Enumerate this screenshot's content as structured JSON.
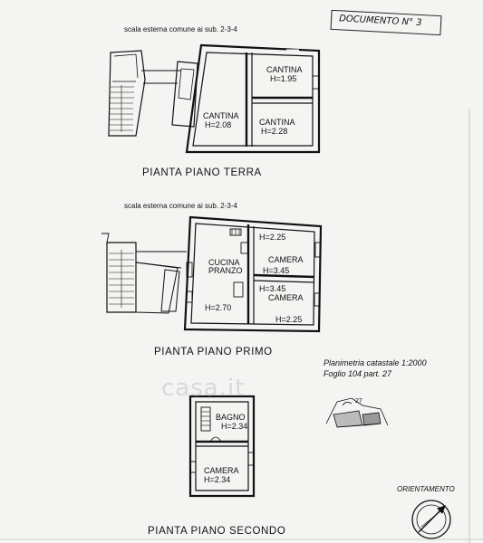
{
  "document_stamp": "DOCUMENTO N° 3",
  "floors": {
    "ground": {
      "top_note": "scala esterna comune ai sub. 2-3-4",
      "title": "PIANTA PIANO TERRA",
      "rooms": [
        {
          "name": "CANTINA",
          "height": "H=1.95"
        },
        {
          "name": "CANTINA",
          "height": "H=2.08"
        },
        {
          "name": "CANTINA",
          "height": "H=2.28"
        }
      ]
    },
    "first": {
      "top_note": "scala esterna comune ai sub. 2-3-4",
      "title": "PIANTA PIANO PRIMO",
      "rooms": [
        {
          "name": "CUCINA",
          "name2": "PRANZO",
          "height": "H=2.70"
        },
        {
          "name": "CAMERA",
          "height_top": "H=2.25",
          "height_bottom": "H=3.45"
        },
        {
          "name": "CAMERA",
          "height_top": "H=3.45",
          "height_bottom": "H=2.25"
        }
      ]
    },
    "second": {
      "title": "PIANTA PIANO SECONDO",
      "rooms": [
        {
          "name": "BAGNO",
          "height": "H=2.34"
        },
        {
          "name": "CAMERA",
          "height": "H=2.34"
        }
      ]
    }
  },
  "cadastral": {
    "line1": "Planimetria catastale 1:2000",
    "line2": "Foglio 104 part. 27",
    "map_label": "27"
  },
  "orientation_label": "ORIENTAMENTO",
  "watermark": "casa.it"
}
